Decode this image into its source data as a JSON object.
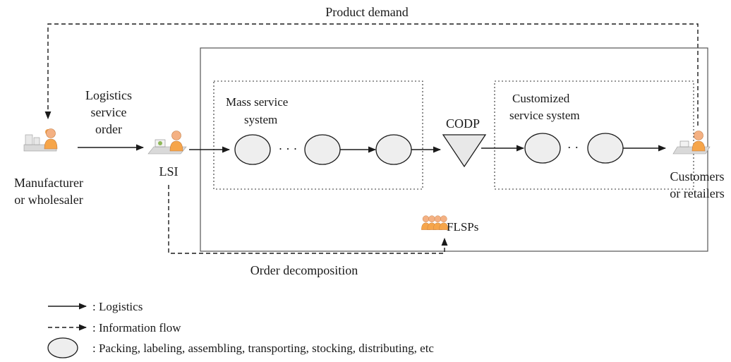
{
  "diagram": {
    "top_label": "Product demand",
    "bottom_label": "Order decomposition",
    "left_edge_label": [
      "Logistics",
      "service",
      "order"
    ],
    "actors": {
      "manufacturer": [
        "Manufacturer",
        "or wholesaler"
      ],
      "lsi": "LSI",
      "customers": [
        "Customers",
        "or retailers"
      ],
      "flsps": "FLSPs"
    },
    "mass_system": [
      "Mass service",
      "system"
    ],
    "customized_system": [
      "Customized",
      "service system"
    ],
    "codp": "CODP",
    "dots_mass": "· · ·",
    "dots_custom": "· ·"
  },
  "legend": {
    "logistics": ": Logistics",
    "information": ": Information flow",
    "node": ": Packing, labeling, assembling, transporting, stocking, distributing, etc"
  },
  "colors": {
    "stroke": "#1a1a1a",
    "node_fill": "#eeeeee",
    "person_skin": "#f4b183",
    "person_shirt": "#f6a54a",
    "desk": "#d9d9d9"
  },
  "icons": [
    "manufacturer-icon",
    "lsi-icon",
    "customer-icon",
    "flsps-icon"
  ]
}
